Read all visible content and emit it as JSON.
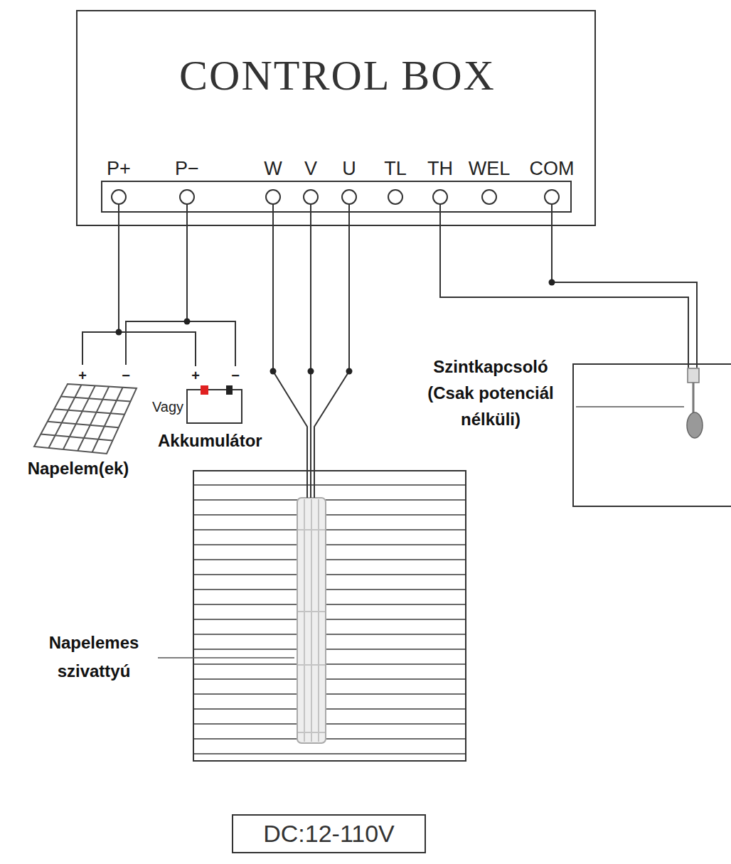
{
  "diagram": {
    "nodes": [
      {
        "text": [
          "CONTROL BOX"
        ]
      },
      {
        "text": [
          "Szintkapcsoló (Csak potenciál nélküli)"
        ]
      },
      {
        "text": [
          "Napelem(ek)"
        ]
      },
      {
        "text": [
          "Akkumulátor"
        ]
      },
      {
        "text": [
          "Napelemes szivattyú"
        ]
      },
      {
        "text": [
          "DC:12-110V"
        ]
      }
    ],
    "edges": [
      {
        "from": 2,
        "to": 0,
        "arrow": "none"
      },
      {
        "from": 3,
        "to": 0,
        "arrow": "none"
      },
      {
        "from": 4,
        "to": 0,
        "arrow": "none"
      },
      {
        "from": 1,
        "to": 0,
        "arrow": "none"
      }
    ],
    "labels": [
      "P+",
      "P−",
      "W",
      "V",
      "U",
      "TL",
      "TH",
      "WEL",
      "COM",
      "+",
      "−",
      "Vagy",
      "+",
      "−"
    ]
  }
}
